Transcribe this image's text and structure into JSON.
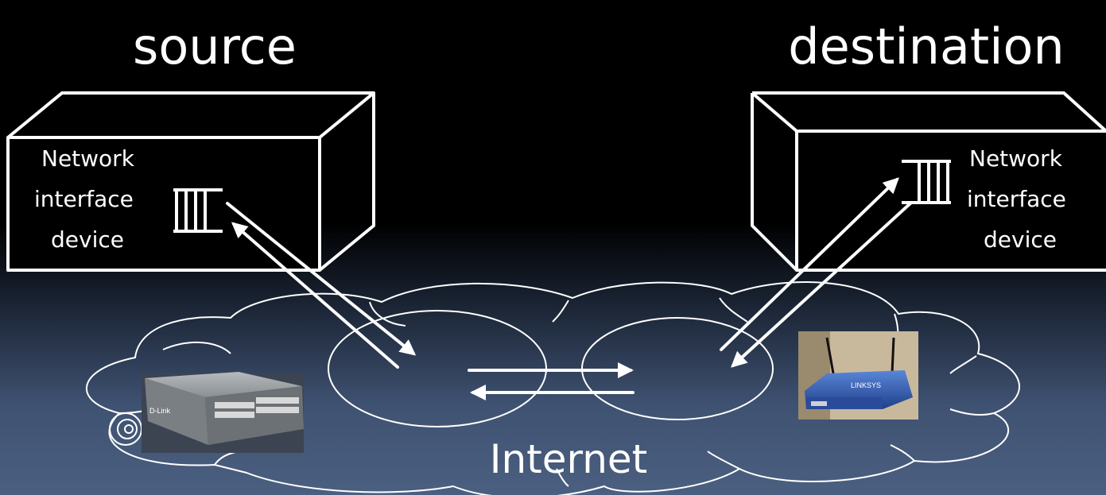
{
  "title": "Network interface device to Internet",
  "source": {
    "label": "source",
    "nic_label": [
      "Network",
      "interface",
      "device"
    ]
  },
  "destination": {
    "label": "destination",
    "nic_label": [
      "Network",
      "interface",
      "device"
    ]
  },
  "cloud": {
    "label": "Internet"
  },
  "devices": {
    "switch_brand": "D-Link",
    "router_brand": "LINKSYS"
  },
  "colors": {
    "stroke": "#ffffff",
    "switch_body": "#8a8f93",
    "router_body": "#2e5bb8"
  }
}
